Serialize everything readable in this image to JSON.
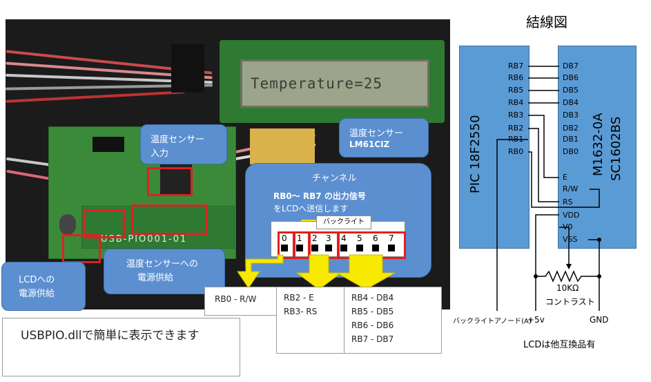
{
  "photo": {
    "lcd_display": "Temperature=25",
    "board_label": "USB-PIO001-01",
    "callouts": {
      "temp_sensor_input": [
        "温度センサー",
        "入力"
      ],
      "temp_sensor_model": [
        "温度センサー",
        "LM61CIZ"
      ],
      "lcd_power": [
        "LCDへの",
        "電源供給"
      ],
      "temp_sensor_power": [
        "温度センサーへの",
        "電源供給"
      ]
    },
    "channel": {
      "title": "チャンネル",
      "desc_line1": "RB0～ RB7 の出力信号",
      "desc_line2": "をLCDへ送信します",
      "backlight": "バックライト",
      "numbers": [
        "0",
        "1",
        "2",
        "3",
        "4",
        "5",
        "6",
        "7"
      ]
    },
    "mapping": {
      "rb0": "RB0 - R/W",
      "group_a": [
        "RB2 - E",
        "RB3- RS"
      ],
      "group_b": [
        "RB4 - DB4",
        "RB5 - DB5",
        "RB6 - DB6",
        "RB7 - DB7"
      ]
    },
    "note": "USBPIO.dllで簡単に表示できます"
  },
  "wiring": {
    "title": "結線図",
    "pic_label": "PIC 18F2550",
    "lcd_label_1": "M1632-0A",
    "lcd_label_2": "SC1602BS",
    "pic_pins": [
      "RB7",
      "RB6",
      "RB5",
      "RB4",
      "RB3",
      "RB2",
      "RB1",
      "RB0"
    ],
    "lcd_pins": [
      "DB7",
      "DB6",
      "DB5",
      "DB4",
      "DB3",
      "DB2",
      "DB1",
      "DB0",
      "E",
      "R/W",
      "RS",
      "VDD",
      "V0",
      "VSS"
    ],
    "resistor_label": "10KΩ",
    "contrast_label": "コントラスト",
    "backlight_anode": "バックライトアノード(A)",
    "plus5v": "+5v",
    "gnd": "GND",
    "footnote": "LCDは他互換品有"
  }
}
